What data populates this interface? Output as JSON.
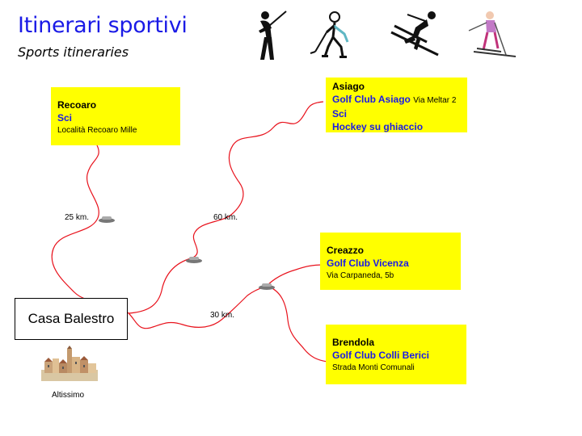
{
  "header": {
    "title": "Itinerari sportivi",
    "subtitle": "Sports itineraries"
  },
  "home": {
    "label": "Casa Balestro",
    "caption": "Altissimo"
  },
  "destinations": {
    "recoaro": {
      "name": "Recoaro",
      "activity": "Sci",
      "address": "Località Recoaro Mille"
    },
    "asiago": {
      "name": "Asiago",
      "golf": "Golf Club Asiago",
      "golf_address": "Via Meltar 2",
      "activity1": "Sci",
      "activity2": "Hockey su ghiaccio"
    },
    "creazzo": {
      "name": "Creazzo",
      "golf": "Golf Club Vicenza",
      "address": "Via Carpaneda, 5b"
    },
    "brendola": {
      "name": "Brendola",
      "golf": "Golf Club Colli Berici",
      "address": "Strada Monti Comunali"
    }
  },
  "distances": {
    "recoaro": "25  km.",
    "asiago": "60 km.",
    "south": "30 km."
  },
  "icons": [
    "golfer-icon",
    "ice-hockey-icon",
    "downhill-skier-icon",
    "cross-country-skier-icon",
    "car-icon",
    "village-icon"
  ],
  "colors": {
    "title": "#1a1ae6",
    "box": "#ffff00",
    "route": "#e8121c",
    "link": "#1a1ae6"
  }
}
